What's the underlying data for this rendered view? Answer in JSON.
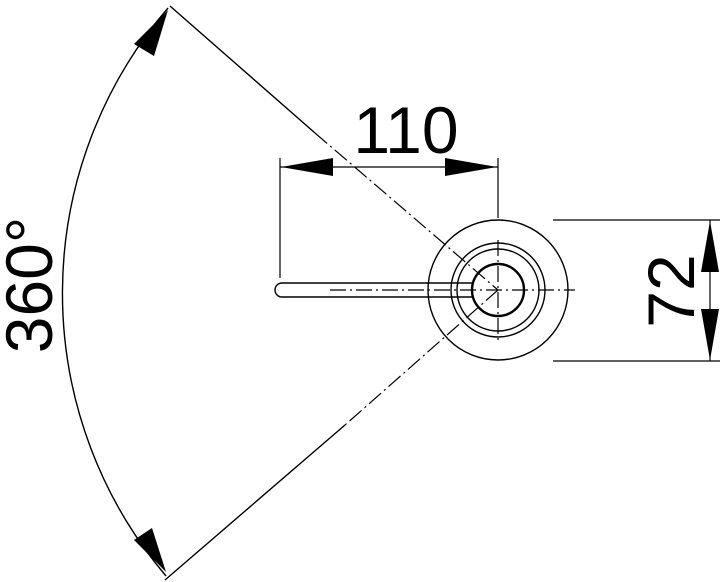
{
  "dimensions": {
    "swivel_angle": "360°",
    "spout_reach": "110",
    "base_diameter": "72"
  }
}
